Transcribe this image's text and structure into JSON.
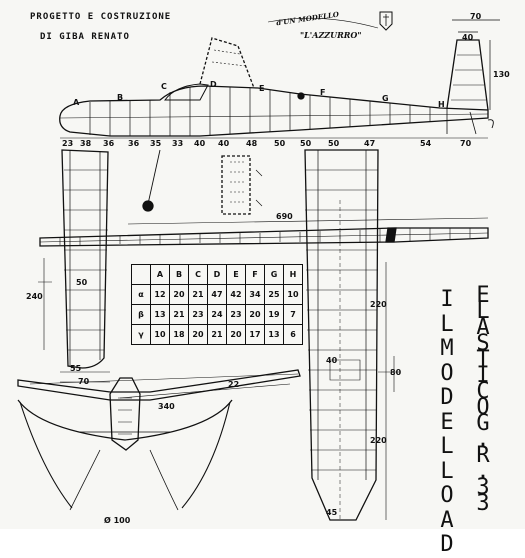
{
  "header": {
    "line1": "PROGETTO E COSTRUZIONE",
    "line2": "DI GIBA RENATO",
    "model_line1": "d'UN MODELLO",
    "model_line2": "\"L'AZZURRO\""
  },
  "station_letters": [
    "A",
    "B",
    "C",
    "D",
    "E",
    "F",
    "G",
    "H"
  ],
  "fuselage_dims": [
    "23",
    "38",
    "36",
    "36",
    "35",
    "33",
    "40",
    "40",
    "48",
    "50",
    "50",
    "50",
    "47",
    "54",
    "70"
  ],
  "fin_dims": {
    "top": "70",
    "mid": "40",
    "height": "130"
  },
  "wing_dims": {
    "span": "690",
    "chord": "240",
    "rib_spacing": "50",
    "tip_a": "55",
    "tip_b": "70",
    "panel_a": "220",
    "panel_b": "220",
    "spar": "40",
    "offset": "80",
    "root": "45"
  },
  "tailplane_dims": {
    "half": "22",
    "span": "340"
  },
  "rib_table": {
    "columns": [
      "A",
      "B",
      "C",
      "D",
      "E",
      "F",
      "G",
      "H"
    ],
    "rows": [
      {
        "symbol": "α",
        "values": [
          "12",
          "20",
          "21",
          "47",
          "42",
          "34",
          "25",
          "10"
        ]
      },
      {
        "symbol": "β",
        "values": [
          "13",
          "21",
          "23",
          "24",
          "23",
          "20",
          "19",
          "7"
        ]
      },
      {
        "symbol": "γ",
        "values": [
          "10",
          "18",
          "20",
          "21",
          "20",
          "17",
          "13",
          "6"
        ]
      }
    ]
  },
  "title_columns": {
    "left": [
      "I",
      "L",
      "",
      "M",
      "O",
      "D",
      "E",
      "L",
      "L",
      "O",
      "",
      "A",
      "D"
    ],
    "right": [
      "E",
      "L",
      "A",
      "S",
      "T",
      "I",
      "C",
      "O",
      "",
      "G",
      ".",
      "R",
      ".",
      "3",
      "3"
    ]
  },
  "prop_label": "Ø 100"
}
